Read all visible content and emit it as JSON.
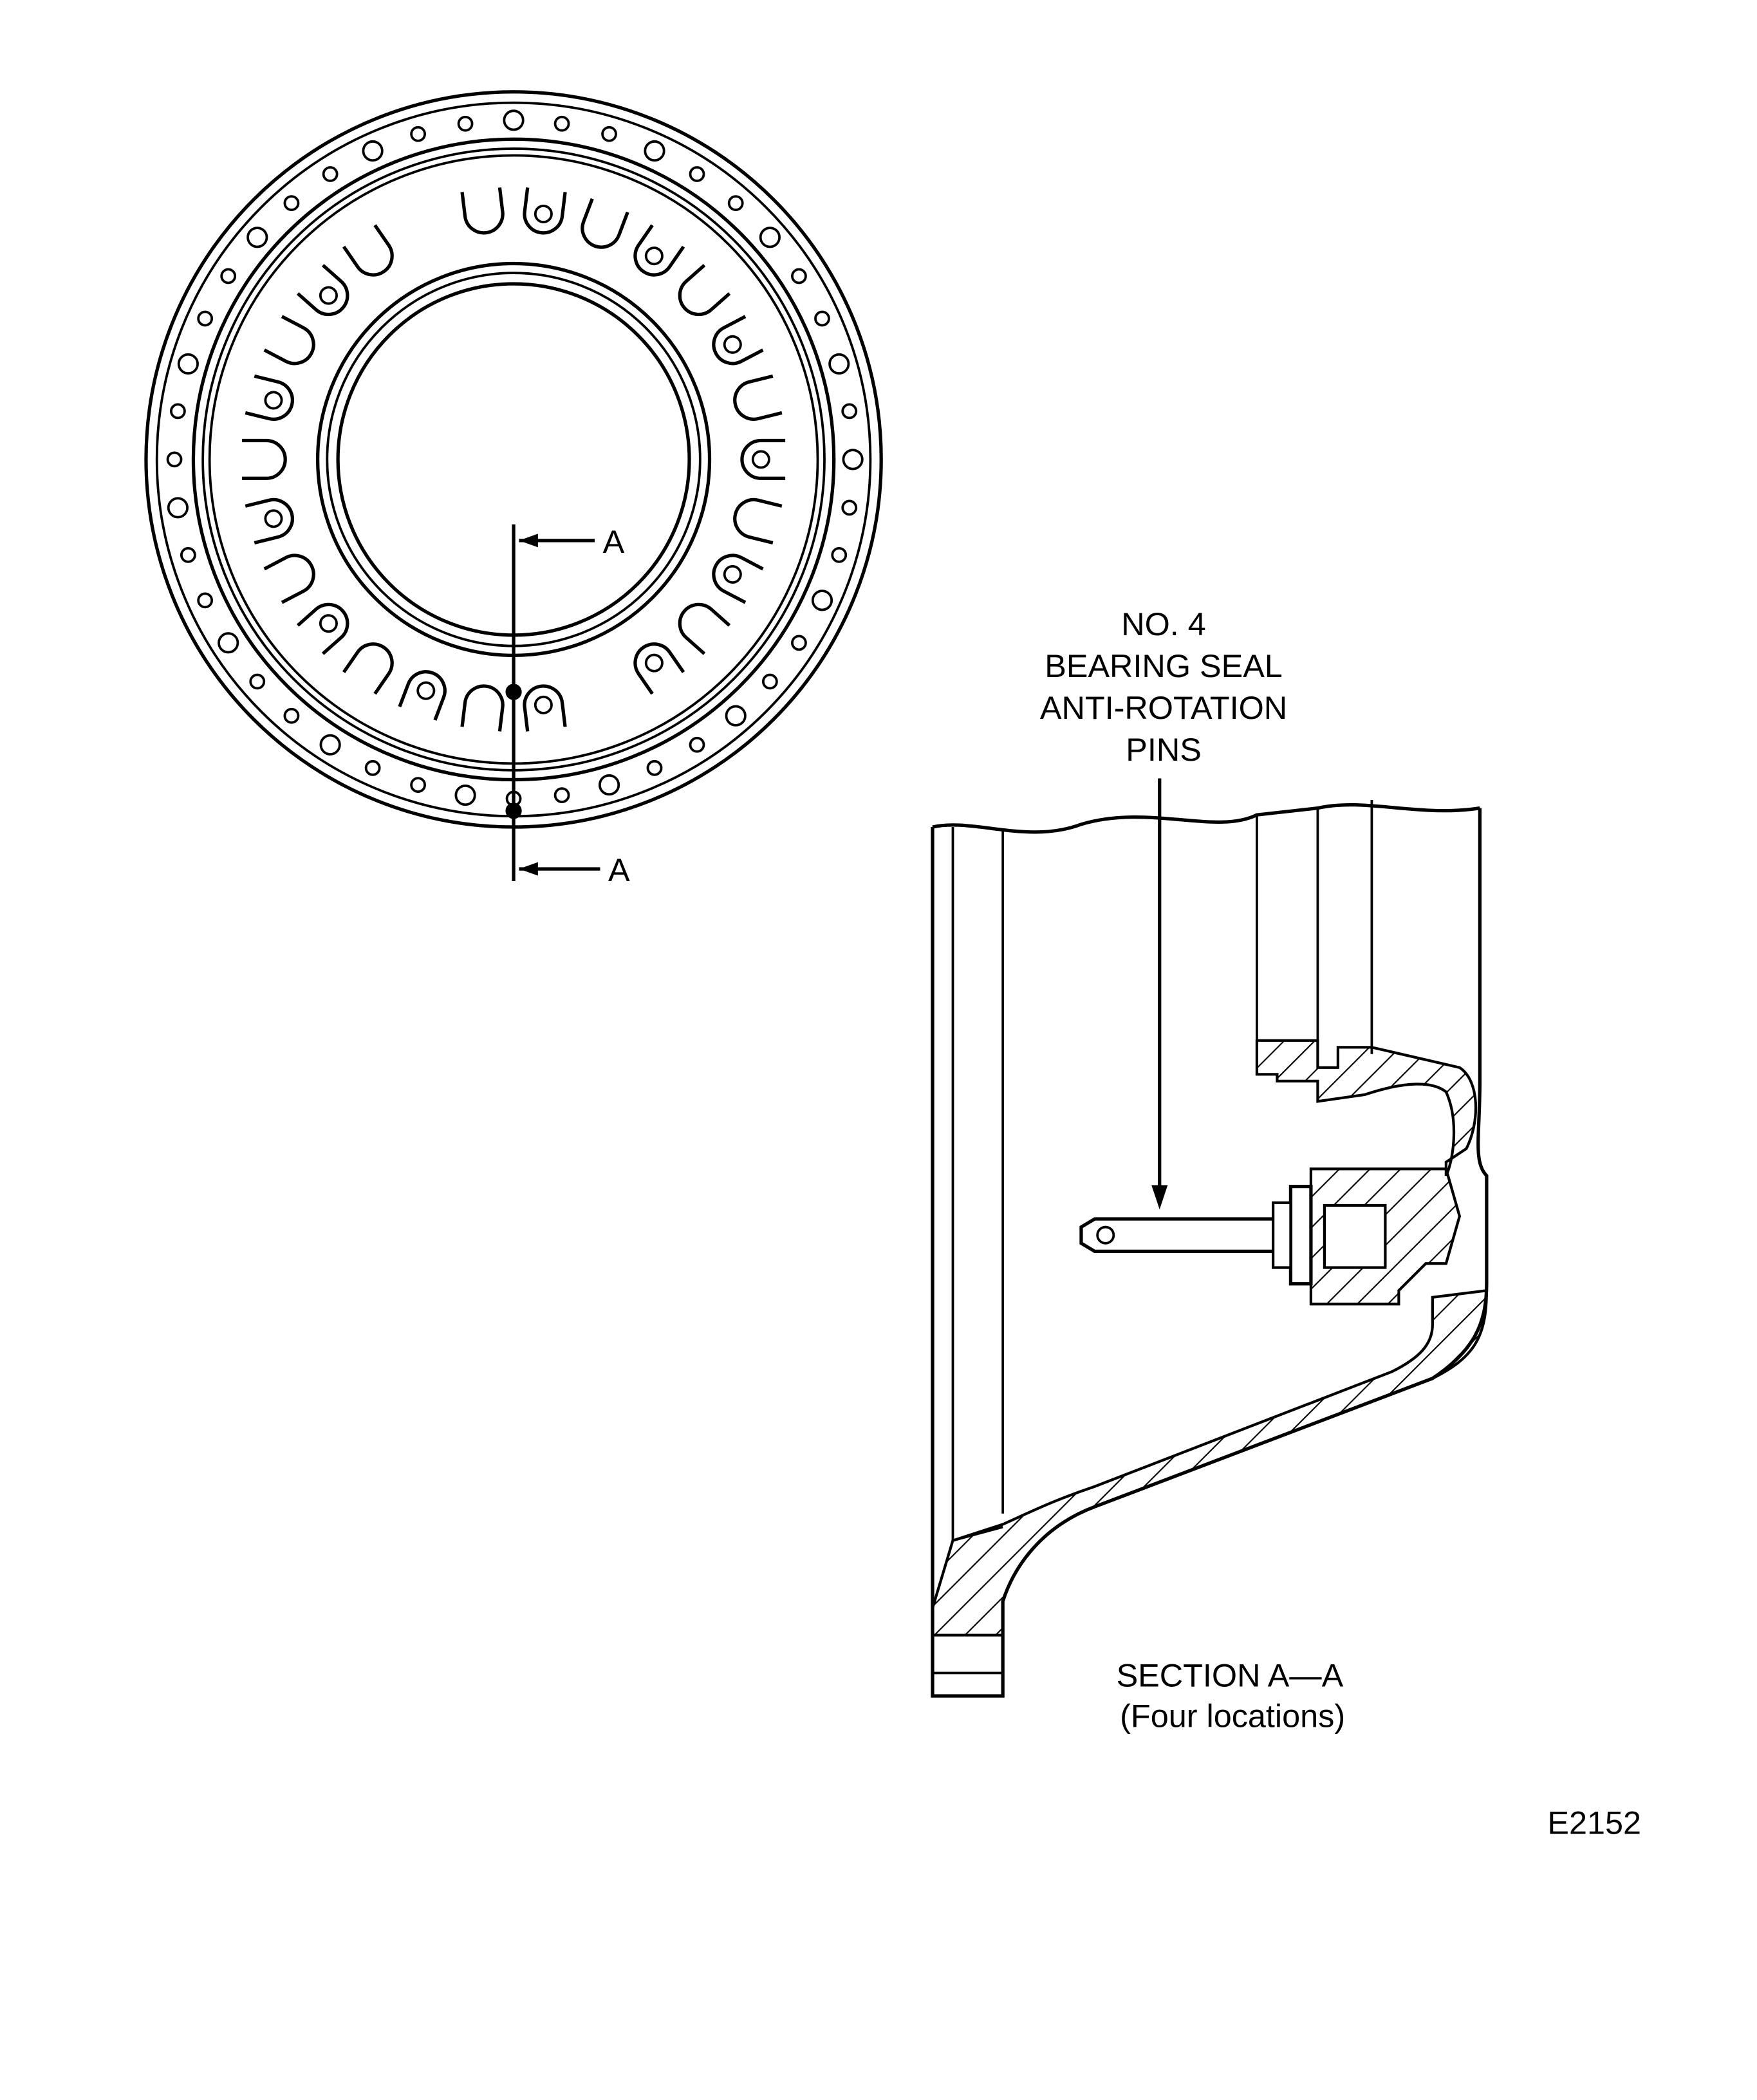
{
  "figure_id": "E2152",
  "front_view": {
    "section_marker_top": "A",
    "section_marker_bottom": "A"
  },
  "callout": {
    "lines": [
      "NO. 4",
      "BEARING SEAL",
      "ANTI-ROTATION",
      "PINS"
    ]
  },
  "section": {
    "title": "SECTION A—A",
    "subtitle": "(Four locations)"
  },
  "colors": {
    "ink": "#000000",
    "paper": "#ffffff"
  }
}
